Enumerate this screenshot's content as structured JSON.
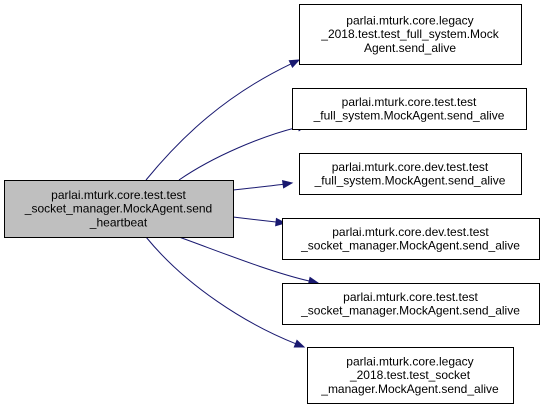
{
  "graph": {
    "colors": {
      "edge": "#191970",
      "source_fill": "#bfbfbf",
      "node_fill": "#ffffff",
      "border": "#000000"
    },
    "source": {
      "lines": [
        "parlai.mturk.core.test.test",
        "_socket_manager.MockAgent.send",
        "_heartbeat"
      ]
    },
    "targets": [
      {
        "lines": [
          "parlai.mturk.core.legacy",
          "_2018.test.test_full_system.Mock",
          "Agent.send_alive"
        ]
      },
      {
        "lines": [
          "parlai.mturk.core.test.test",
          "_full_system.MockAgent.send_alive"
        ]
      },
      {
        "lines": [
          "parlai.mturk.core.dev.test.test",
          "_full_system.MockAgent.send_alive"
        ]
      },
      {
        "lines": [
          "parlai.mturk.core.dev.test.test",
          "_socket_manager.MockAgent.send_alive"
        ]
      },
      {
        "lines": [
          "parlai.mturk.core.test.test",
          "_socket_manager.MockAgent.send_alive"
        ]
      },
      {
        "lines": [
          "parlai.mturk.core.legacy",
          "_2018.test.test_socket",
          "_manager.MockAgent.send_alive"
        ]
      }
    ]
  }
}
